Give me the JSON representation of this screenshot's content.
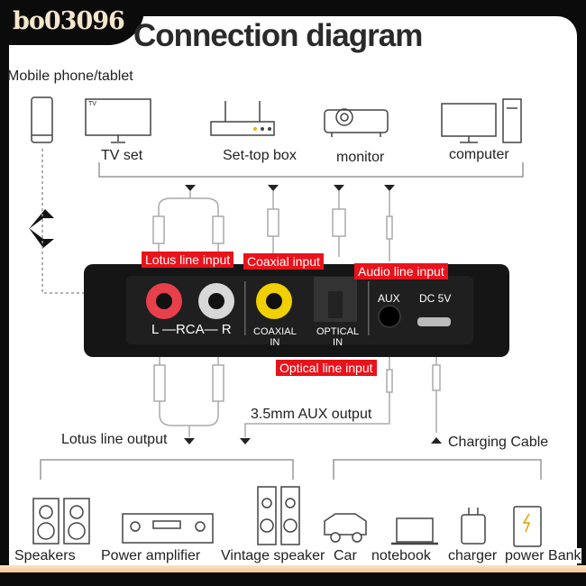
{
  "watermark": "bo03096",
  "title": "Connection diagram",
  "sources": {
    "mobile": "Mobile phone/tablet",
    "tv": "TV set",
    "tv_screen_text": "TV",
    "settop": "Set-top box",
    "monitor": "monitor",
    "computer": "computer"
  },
  "callouts": {
    "lotus_in": "Lotus line input",
    "coaxial_in": "Coaxial input",
    "audio_in": "Audio line input",
    "optical_in": "Optical line input"
  },
  "device": {
    "rca": "L —RCA— R",
    "coaxial": "COAXIAL\nIN",
    "coaxial_l1": "COAXIAL",
    "coaxial_l2": "IN",
    "optical_l1": "OPTICAL",
    "optical_l2": "IN",
    "aux": "AUX",
    "dc": "DC 5V"
  },
  "outputs": {
    "aux_out": "3.5mm AUX output",
    "lotus_out": "Lotus line output",
    "charging": "Charging Cable"
  },
  "targets": [
    "Speakers",
    "Power amplifier",
    "Vintage speaker",
    "Car",
    "notebook",
    "charger",
    "power Bank"
  ],
  "colors": {
    "callout": "#e8131b",
    "watermark_text": "#f5e6cc",
    "rca_left": "#e8404a",
    "coaxial": "#f0d000"
  }
}
